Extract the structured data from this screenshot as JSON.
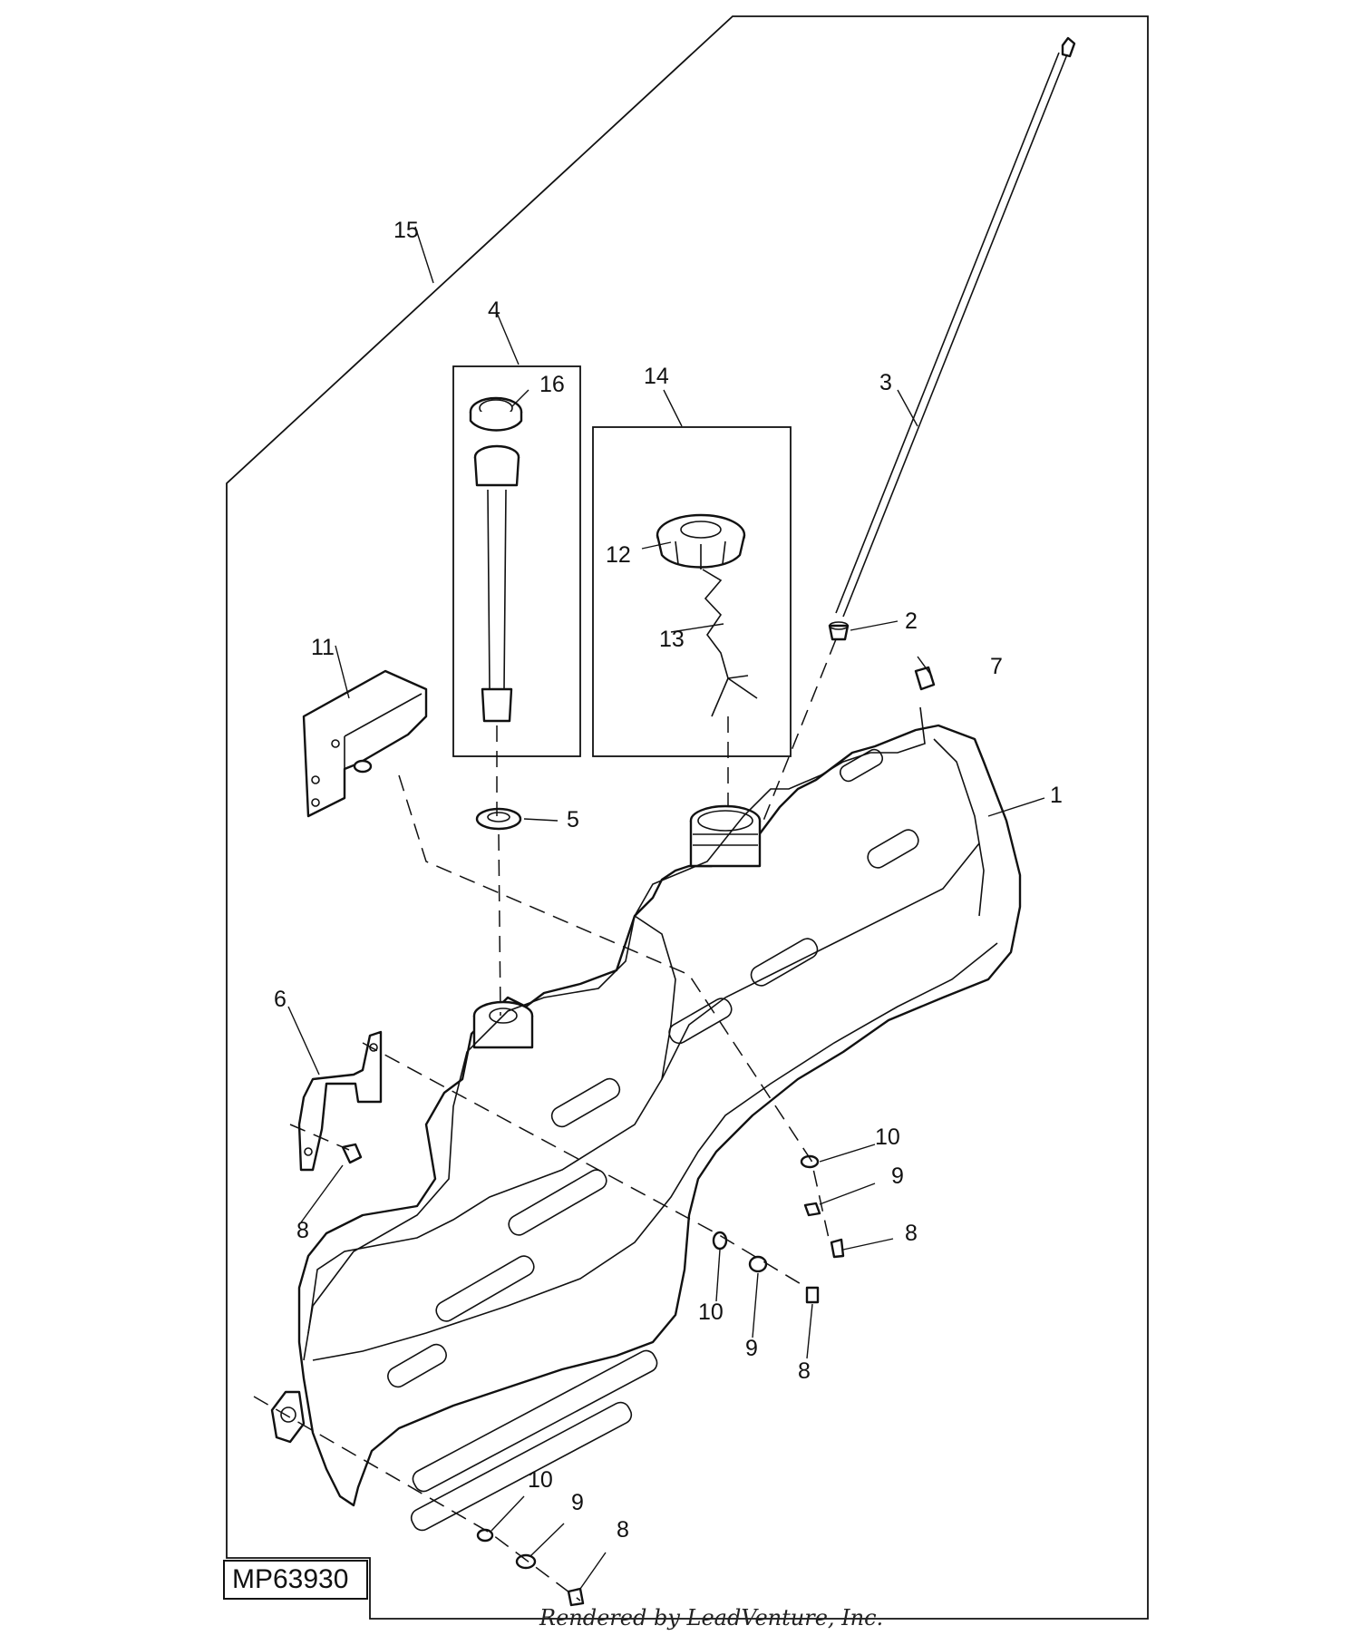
{
  "diagram": {
    "figure_id": "MP63930",
    "credit": "Rendered by LeadVenture, Inc.",
    "callouts": {
      "c1": "1",
      "c2": "2",
      "c3": "3",
      "c4": "4",
      "c5": "5",
      "c6": "6",
      "c7": "7",
      "c8a": "8",
      "c8b": "8",
      "c8c": "8",
      "c8d": "8",
      "c9a": "9",
      "c9b": "9",
      "c9c": "9",
      "c10a": "10",
      "c10b": "10",
      "c10c": "10",
      "c11": "11",
      "c12": "12",
      "c13": "13",
      "c14": "14",
      "c15": "15",
      "c16": "16"
    }
  }
}
